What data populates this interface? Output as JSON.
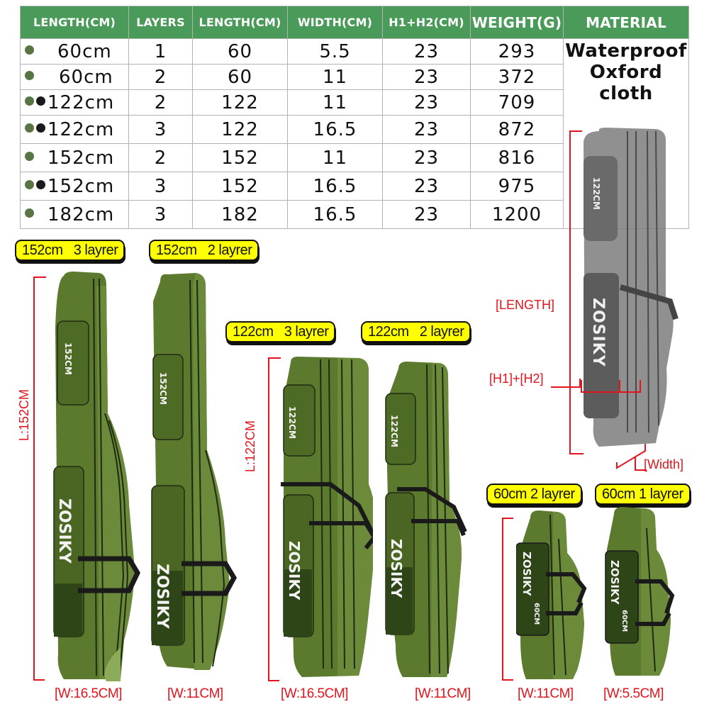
{
  "table": {
    "headers": [
      "LENGTH(CM)",
      "LAYERS",
      "LENGTH(CM)",
      "WIDTH(CM)",
      "H1+H2(CM)",
      "WEIGHT(G)",
      "MATERIAL"
    ],
    "rows": [
      {
        "dots": [
          "green"
        ],
        "size": "60cm",
        "layers": "1",
        "length": "60",
        "width": "5.5",
        "h1h2": "23",
        "weight": "293"
      },
      {
        "dots": [
          "green"
        ],
        "size": "60cm",
        "layers": "2",
        "length": "60",
        "width": "11",
        "h1h2": "23",
        "weight": "372"
      },
      {
        "dots": [
          "green",
          "black"
        ],
        "size": "122cm",
        "layers": "2",
        "length": "122",
        "width": "11",
        "h1h2": "23",
        "weight": "709"
      },
      {
        "dots": [
          "green",
          "black"
        ],
        "size": "122cm",
        "layers": "3",
        "length": "122",
        "width": "16.5",
        "h1h2": "23",
        "weight": "872"
      },
      {
        "dots": [
          "green"
        ],
        "size": "152cm",
        "layers": "2",
        "length": "152",
        "width": "11",
        "h1h2": "23",
        "weight": "816"
      },
      {
        "dots": [
          "green",
          "black"
        ],
        "size": "152cm",
        "layers": "3",
        "length": "152",
        "width": "16.5",
        "h1h2": "23",
        "weight": "975"
      },
      {
        "dots": [
          "green"
        ],
        "size": "182cm",
        "layers": "3",
        "length": "182",
        "width": "16.5",
        "h1h2": "23",
        "weight": "1200"
      }
    ],
    "material": {
      "line1": "Waterproof",
      "line2": "Oxford",
      "line3": "cloth"
    }
  },
  "colors": {
    "header_green": "#4a9a5a",
    "dot_green": "#5a7544",
    "dot_black": "#1a1a1a",
    "label_yellow": "#ffff00",
    "dimension_red": "#e3141d",
    "bag_green": "#5b7a2e"
  },
  "variants": [
    {
      "label": "152cm   3 layrer",
      "length_mark": "L:152CM",
      "width_mark": "[W:16.5CM]",
      "bag_text": "152CM",
      "brand": "ZOSIKY"
    },
    {
      "label": "152cm   2 layrer",
      "width_mark": "[W:11CM]",
      "bag_text": "152CM",
      "brand": "ZOSIKY"
    },
    {
      "label": "122cm   3 layrer",
      "length_mark": "L:122CM",
      "width_mark": "[W:16.5CM]",
      "bag_text": "122CM",
      "brand": "ZOSIKY"
    },
    {
      "label": "122cm   2 layrer",
      "width_mark": "[W:11CM]",
      "bag_text": "122CM",
      "brand": "ZOSIKY"
    },
    {
      "label": "60cm 2 layrer",
      "width_mark": "[W:11CM]",
      "bag_text": "60CM",
      "brand": "ZOSIKY"
    },
    {
      "label": "60cm 1 layrer",
      "width_mark": "[W:5.5CM]",
      "bag_text": "60CM",
      "brand": "ZOSIKY"
    }
  ],
  "diagram": {
    "length_label": "[LENGTH]",
    "h1h2_label": "[H1]+[H2]",
    "width_label": "[Width]",
    "bag_text": "122CM",
    "brand": "ZOSIKY"
  }
}
